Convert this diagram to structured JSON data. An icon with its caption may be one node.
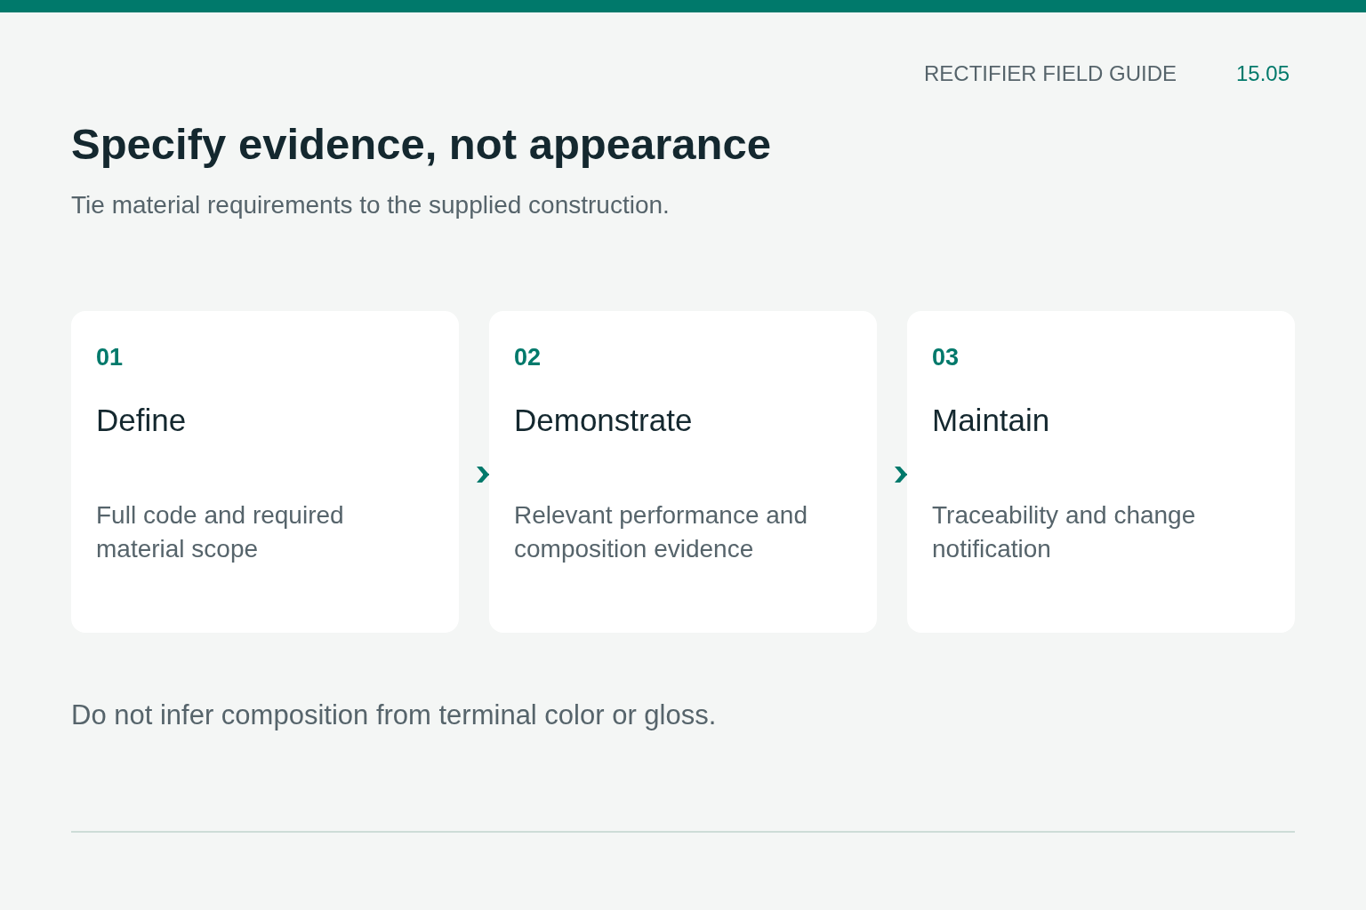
{
  "diagram": {
    "title": "Specify evidence, not appearance",
    "nodes": [
      {
        "text": [
          "01",
          "Define",
          "Full code and required material scope"
        ]
      },
      {
        "text": [
          "02",
          "Demonstrate",
          "Relevant performance and composition evidence"
        ]
      },
      {
        "text": [
          "03",
          "Maintain",
          "Traceability and change notification"
        ]
      }
    ],
    "edges": [
      {
        "from": 0,
        "to": 1,
        "arrow": "to"
      },
      {
        "from": 1,
        "to": 2,
        "arrow": "to"
      }
    ],
    "labels": [
      "RECTIFIER FIELD GUIDE",
      "15.05",
      "Tie material requirements to the supplied construction.",
      "Do not infer composition from terminal color or gloss."
    ]
  }
}
